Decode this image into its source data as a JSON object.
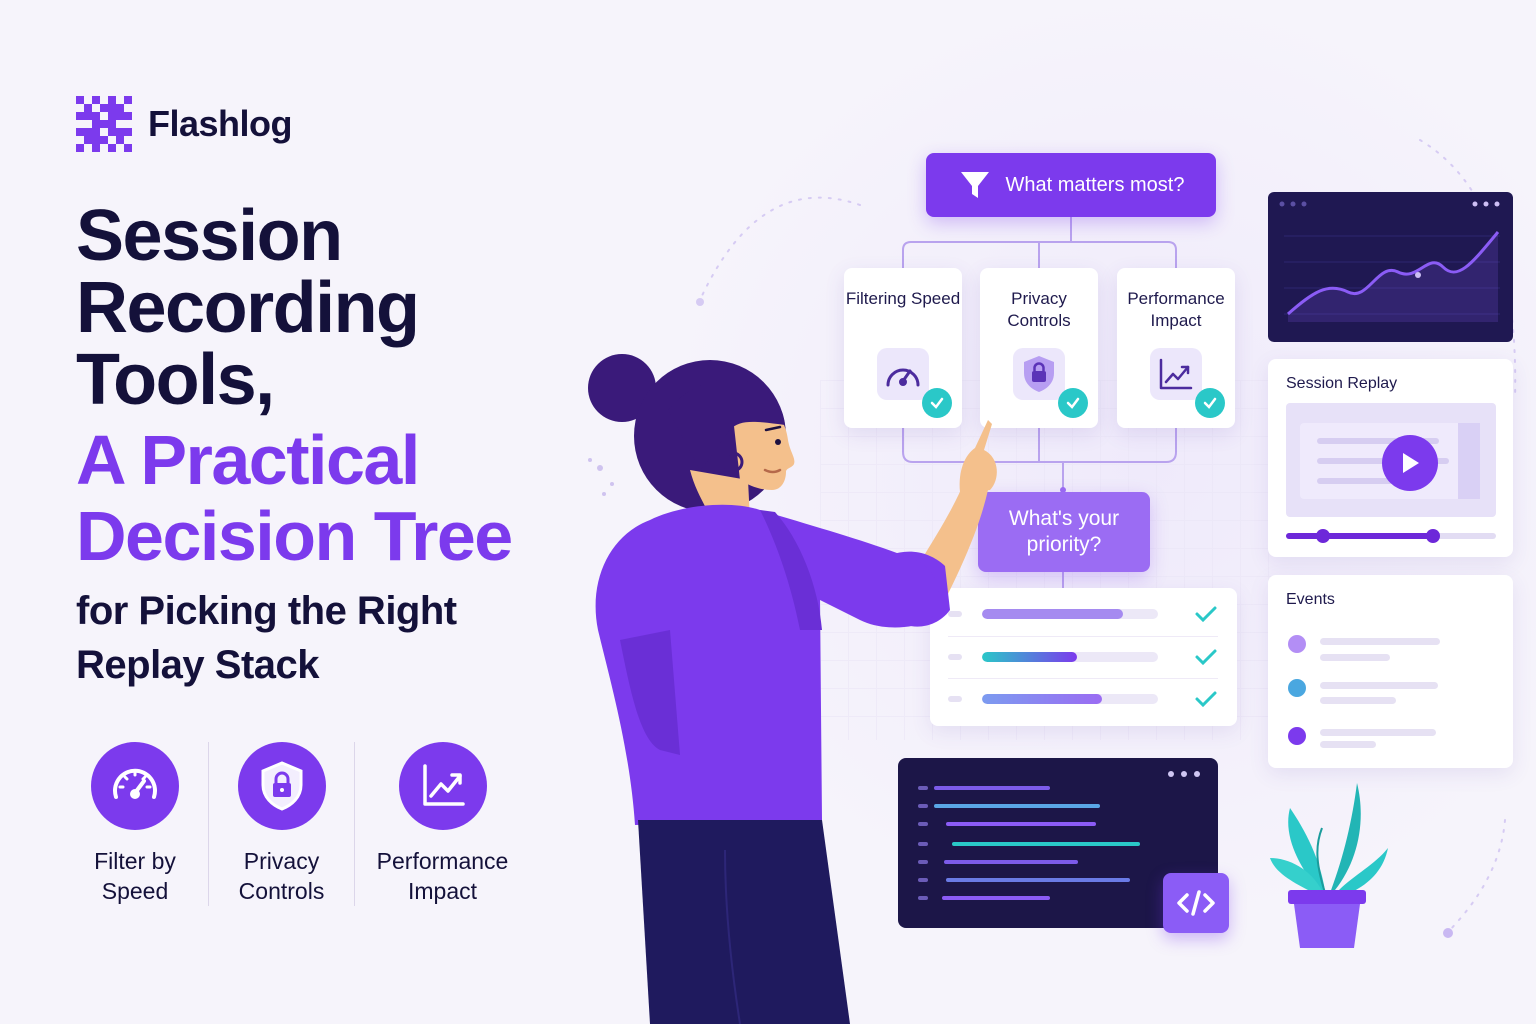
{
  "brand": {
    "name": "Flashlog",
    "accent": "#7c3aed",
    "dark": "#14113a",
    "teal": "#2ac8c8"
  },
  "headline": {
    "dark_lines": [
      "Session",
      "Recording",
      "Tools,"
    ],
    "purple_lines": [
      "A Practical",
      "Decision Tree"
    ],
    "sub_lines": [
      "for Picking the Right",
      "Replay Stack"
    ]
  },
  "features": [
    {
      "icon": "speedometer-icon",
      "label": "Filter by Speed"
    },
    {
      "icon": "shield-lock-icon",
      "label": "Privacy Controls"
    },
    {
      "icon": "trend-chart-icon",
      "label": "Performance Impact"
    }
  ],
  "decision_tree": {
    "question_top": "What matters most?",
    "options": [
      {
        "label": "Filtering Speed",
        "icon": "speedometer-icon"
      },
      {
        "label": "Privacy Controls",
        "icon": "shield-lock-icon"
      },
      {
        "label": "Performance Impact",
        "icon": "trend-chart-icon"
      }
    ],
    "question_mid": "What's your priority?"
  },
  "cards": {
    "session_replay": {
      "title": "Session Replay",
      "icon": "play-icon"
    },
    "events": {
      "title": "Events"
    }
  },
  "code_panel": {
    "icon": "code-brackets-icon"
  }
}
